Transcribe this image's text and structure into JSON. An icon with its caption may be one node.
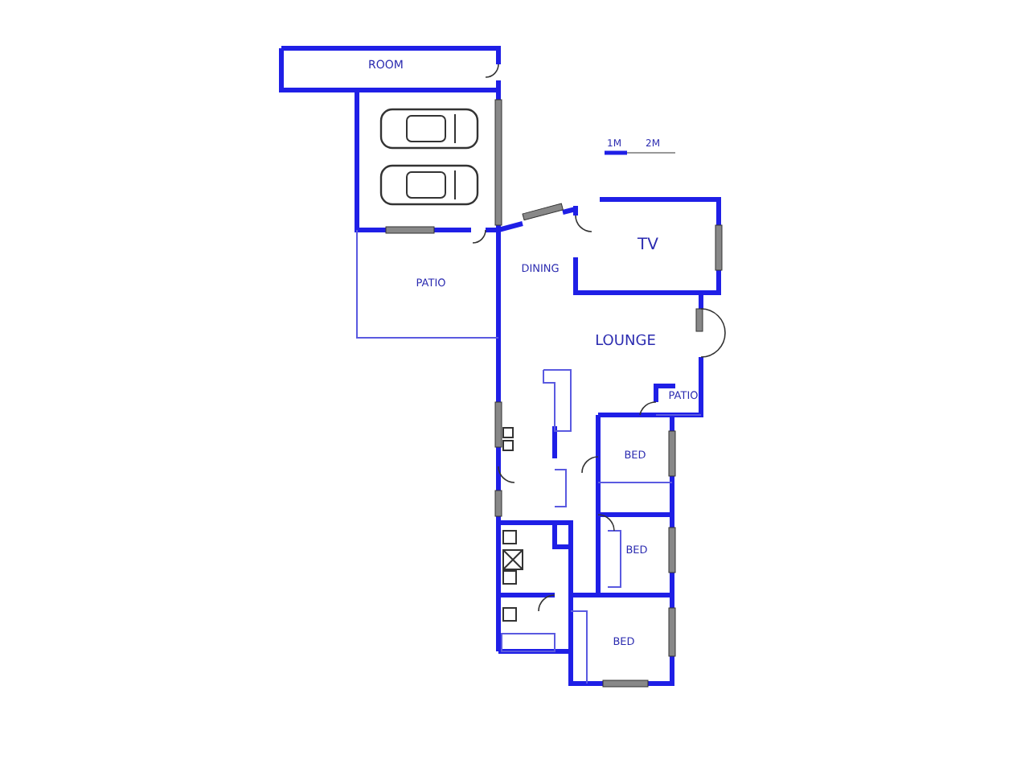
{
  "diagram": {
    "labels": [
      "ROOM",
      "1M",
      "2M",
      "DINING",
      "TV",
      "PATIO",
      "LOUNGE",
      "PATIO",
      "BED",
      "BED",
      "BED"
    ]
  }
}
